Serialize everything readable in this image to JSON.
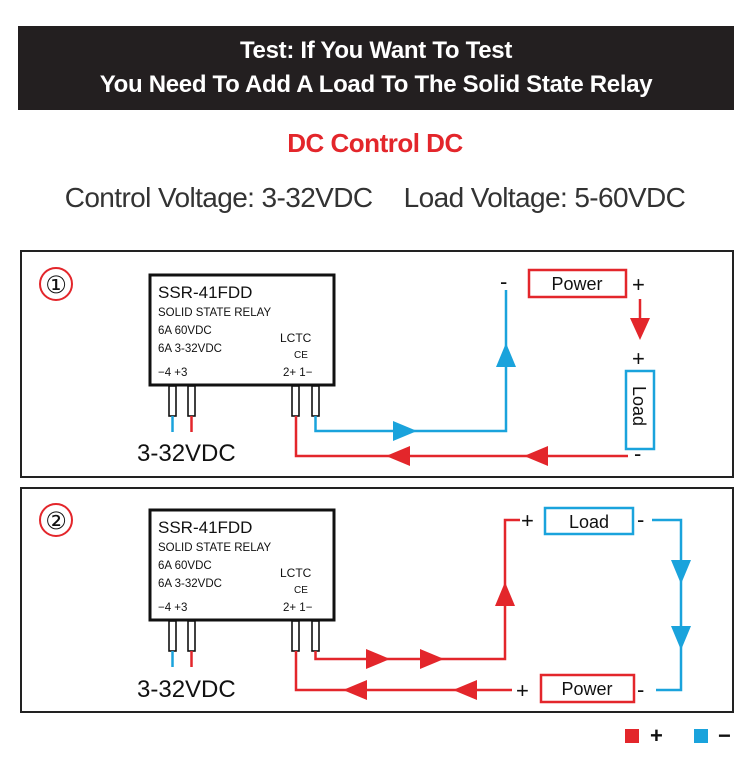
{
  "header": {
    "line1": "Test: If You Want To Test",
    "line2": "You Need To Add A Load To The Solid State Relay"
  },
  "subtitle": "DC Control  DC",
  "specs": {
    "control": "Control Voltage: 3-32VDC",
    "load": "Load Voltage: 5-60VDC"
  },
  "colors": {
    "positive": "#e3262b",
    "negative": "#1aa3dc",
    "banner": "#231f20"
  },
  "relay": {
    "model": "SSR-41FDD",
    "type": "SOLID STATE RELAY",
    "rating1": "6A  60VDC",
    "rating2": "6A  3-32VDC",
    "brand": "LCTC",
    "ce": "CE",
    "input_terminals": "−4  +3",
    "output_terminals": "2+  1−"
  },
  "diagram1": {
    "number": "①",
    "input_voltage": "3-32VDC",
    "power_label": "Power",
    "load_label": "Load",
    "minus_top": "-",
    "plus_top": "+",
    "plus_load": "+",
    "minus_load": "-"
  },
  "diagram2": {
    "number": "②",
    "input_voltage": "3-32VDC",
    "load_label": "Load",
    "power_label": "Power",
    "plus_load": "+",
    "minus_load": "-",
    "plus_power": "+",
    "minus_power": "-"
  },
  "legend": {
    "positive": "+",
    "negative": "−"
  }
}
